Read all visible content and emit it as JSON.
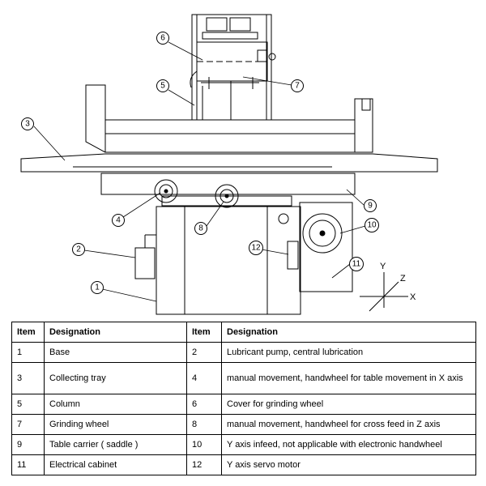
{
  "callouts": [
    "1",
    "2",
    "3",
    "4",
    "5",
    "6",
    "7",
    "8",
    "9",
    "10",
    "11",
    "12"
  ],
  "axes": {
    "y": "Y",
    "z": "Z",
    "x": "X"
  },
  "table": {
    "headers": [
      "Item",
      "Designation",
      "Item",
      "Designation"
    ],
    "rows": [
      {
        "i1": "1",
        "d1": "Base",
        "i2": "2",
        "d2": "Lubricant pump, central lubrication"
      },
      {
        "i1": "3",
        "d1": "Collecting tray",
        "i2": "4",
        "d2": "manual movement, handwheel for table movement in X axis"
      },
      {
        "i1": "5",
        "d1": "Column",
        "i2": "6",
        "d2": "Cover for grinding wheel"
      },
      {
        "i1": "7",
        "d1": "Grinding wheel",
        "i2": "8",
        "d2": "manual movement, handwheel for cross feed in Z axis"
      },
      {
        "i1": "9",
        "d1": "Table carrier ( saddle )",
        "i2": "10",
        "d2": "Y axis infeed, not applicable with electronic handwheel"
      },
      {
        "i1": "11",
        "d1": "Electrical cabinet",
        "i2": "12",
        "d2": "Y axis servo motor"
      }
    ]
  }
}
